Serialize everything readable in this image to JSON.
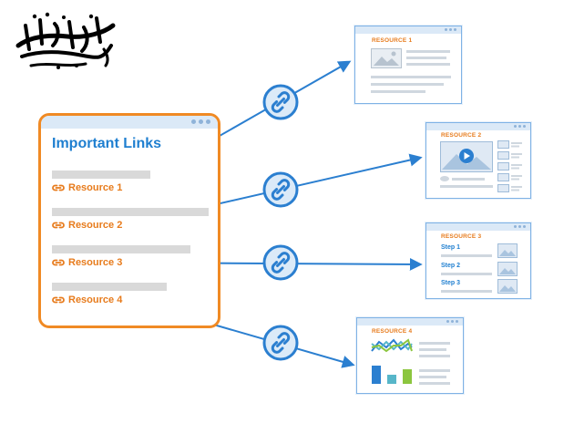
{
  "main_card": {
    "title": "Important Links",
    "links": [
      {
        "label": "Resource 1"
      },
      {
        "label": "Resource 2"
      },
      {
        "label": "Resource 3"
      },
      {
        "label": "Resource 4"
      }
    ]
  },
  "resources": [
    {
      "title": "RESOURCE 1"
    },
    {
      "title": "RESOURCE 2"
    },
    {
      "title": "RESOURCE 3",
      "steps": [
        "Step 1",
        "Step 2",
        "Step 3"
      ]
    },
    {
      "title": "RESOURCE 4"
    }
  ],
  "colors": {
    "accent_orange": "#f08a24",
    "link_text_orange": "#e77b1c",
    "brand_blue": "#1f7fd0",
    "connector_blue": "#2b7fd0",
    "hub_fill": "#dbeaf8",
    "window_border": "#7fb2e5",
    "window_titlebar": "#dbe9f7",
    "placeholder_gray": "#d9d9d9"
  },
  "icons": {
    "link": "chain-link-icon",
    "image_placeholder": "image-icon",
    "video": "play-icon",
    "chart": "line-chart-icon"
  }
}
